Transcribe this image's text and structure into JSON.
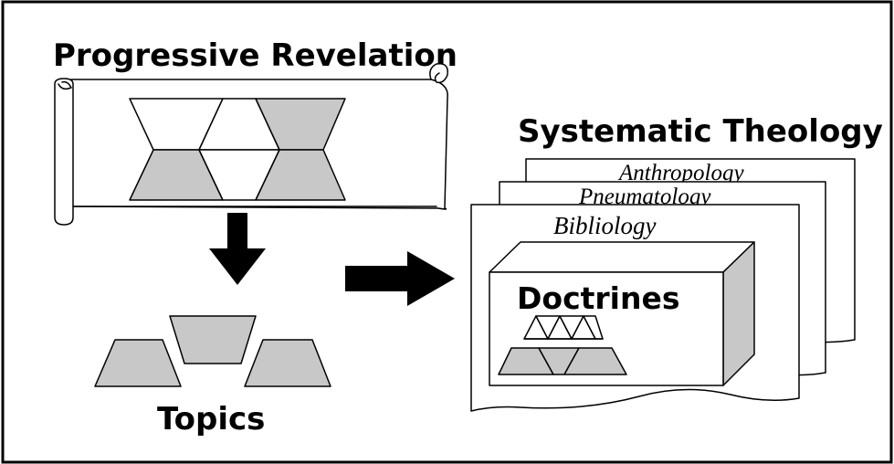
{
  "diagram": {
    "left_title": "Progressive Revelation",
    "right_title": "Systematic Theology",
    "topics_label": "Topics",
    "doctrines_label": "Doctrines",
    "pages": [
      "Anthropology",
      "Pneumatology",
      "Bibliology"
    ]
  },
  "colors": {
    "gray_fill": "#c8c8c8",
    "outline": "#000000",
    "background": "#ffffff"
  }
}
